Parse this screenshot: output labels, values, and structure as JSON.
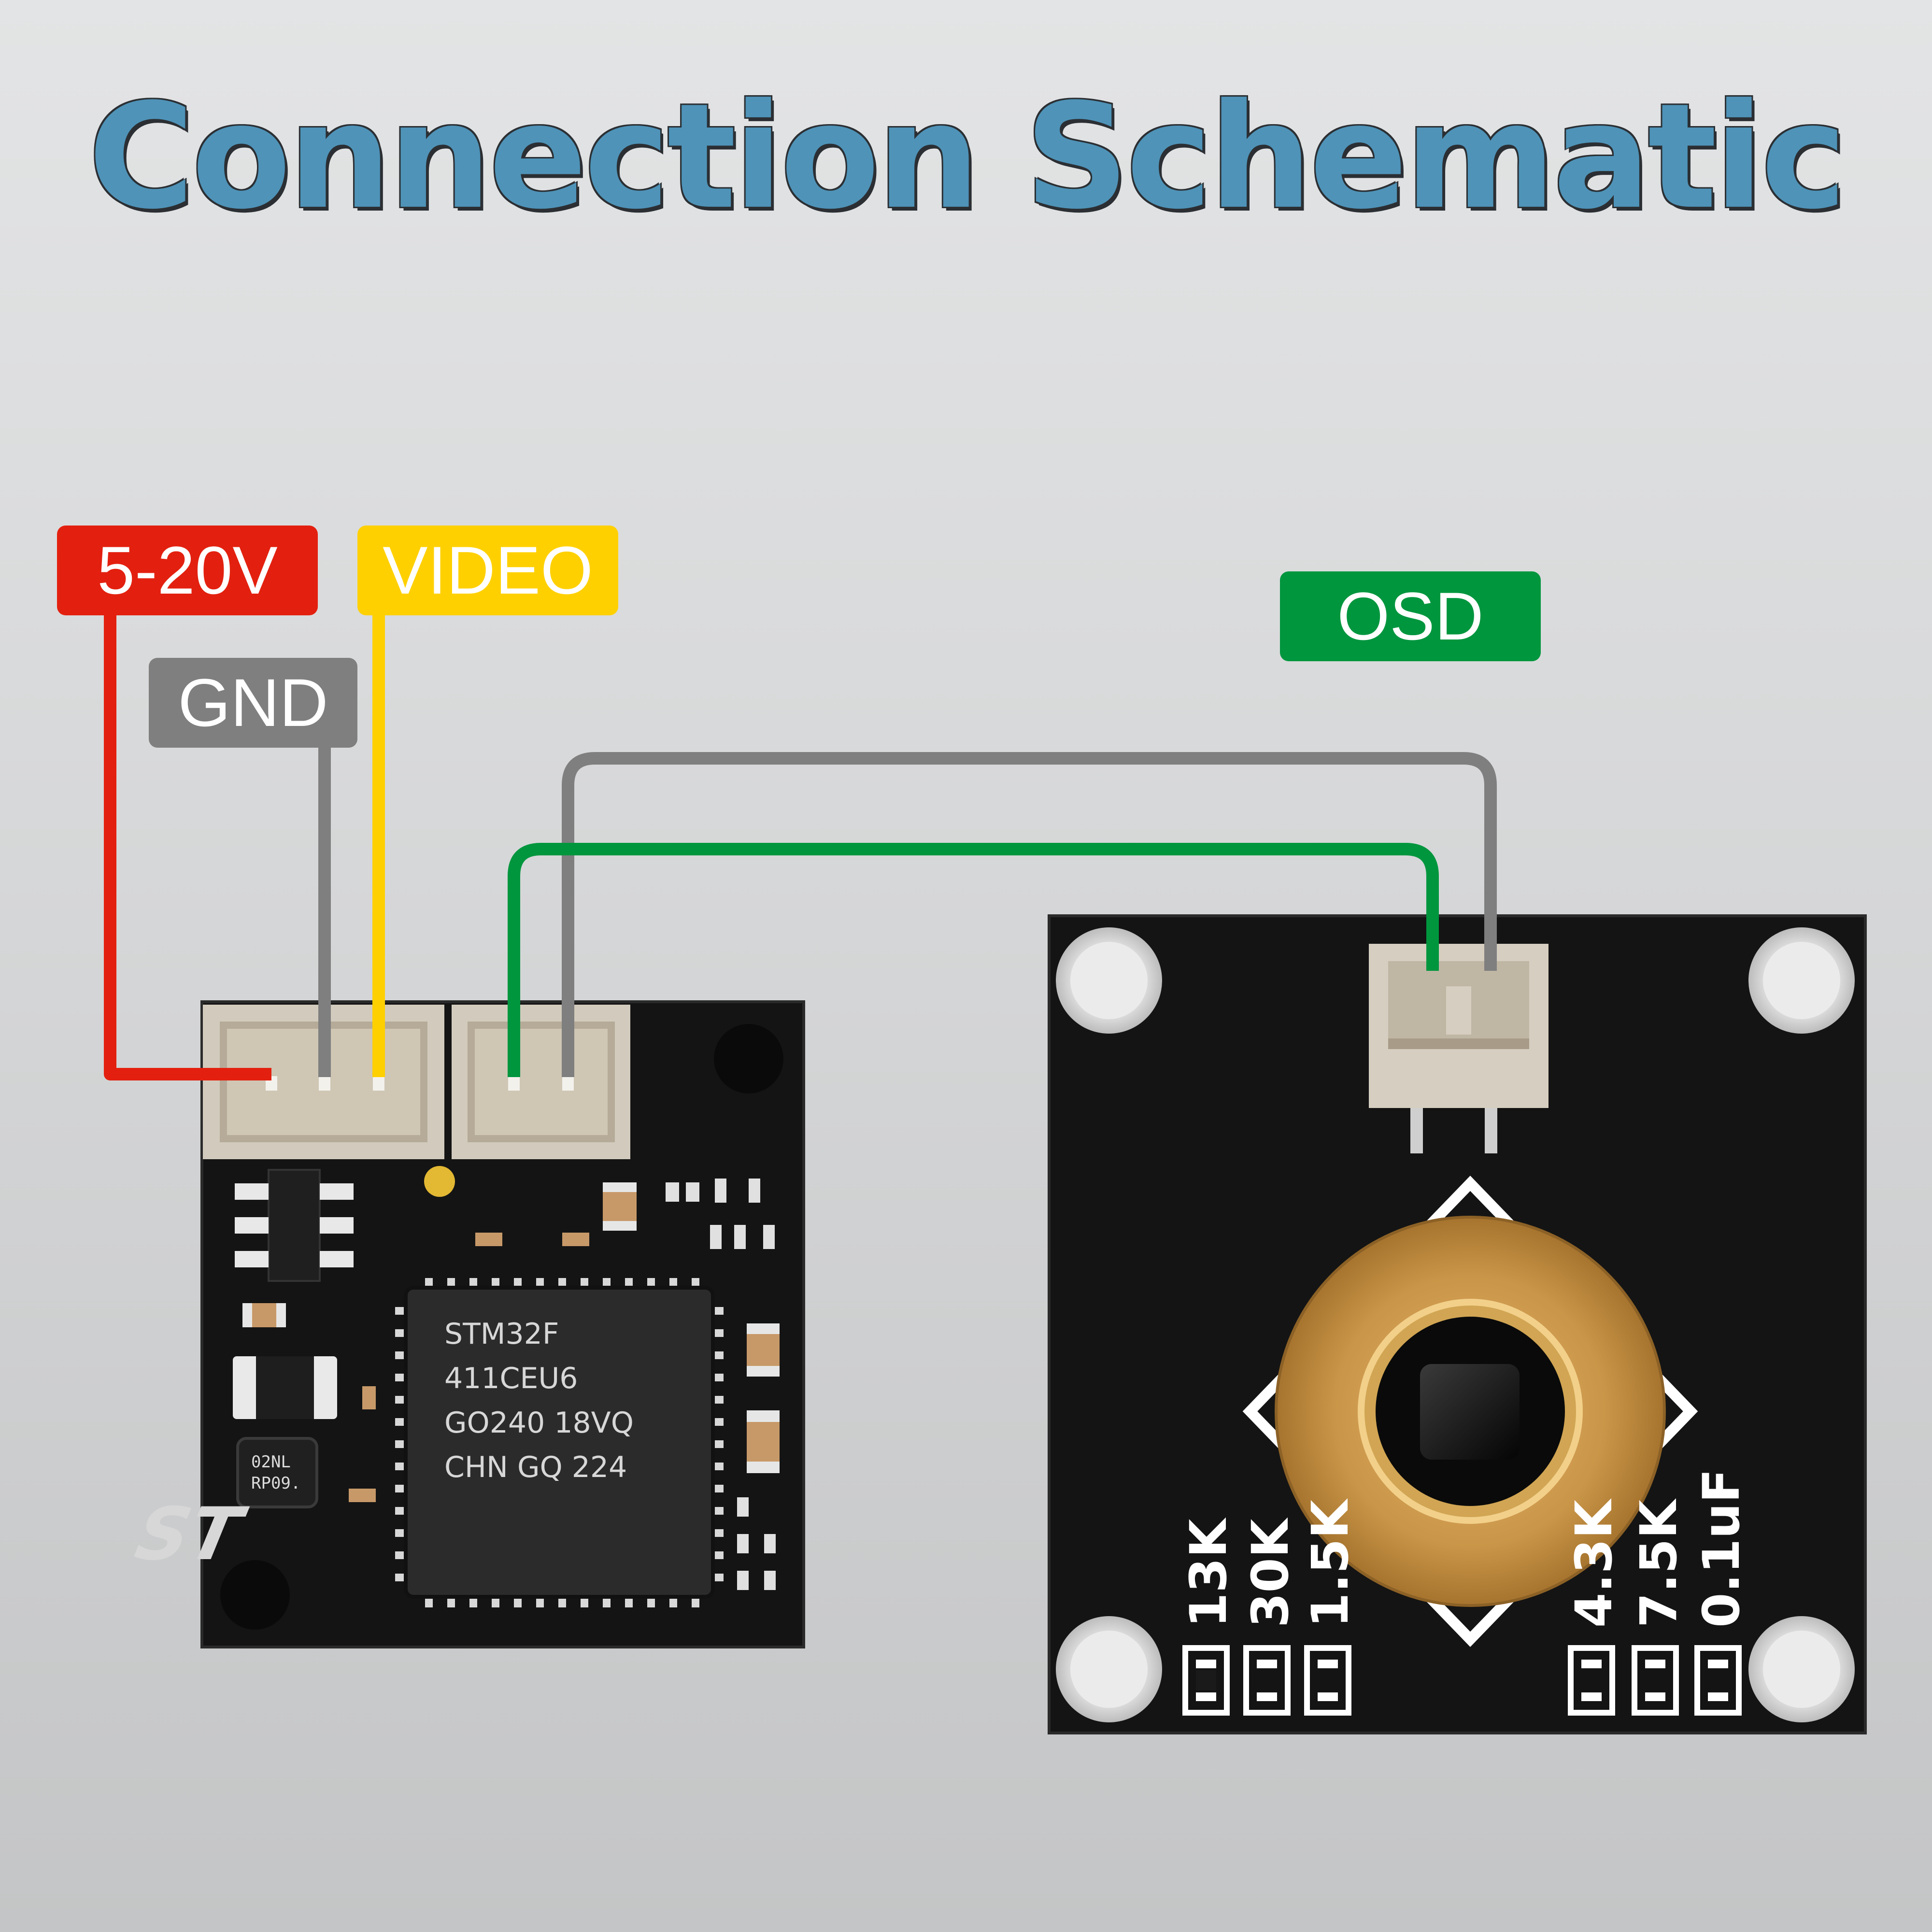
{
  "title": "Connection Schematic",
  "labels": {
    "power": "5-20V",
    "video": "VIDEO",
    "gnd": "GND",
    "osd": "OSD"
  },
  "colors": {
    "power": "#e3200f",
    "video": "#ffd000",
    "gnd": "#7f7f7f",
    "osd": "#00963e",
    "title": "#4f93b8"
  },
  "mcu": {
    "lines": [
      "STM32F",
      "411CEU6",
      "GO240 18VQ",
      "CHN GQ 224"
    ],
    "logo": "ST"
  },
  "small_chip": {
    "lines": [
      "02NL",
      "RP09."
    ]
  },
  "camera_board": {
    "left_labels": [
      "13K",
      "30K",
      "1.5K"
    ],
    "right_labels": [
      "4.3K",
      "7.5K",
      "0.1uF"
    ]
  }
}
